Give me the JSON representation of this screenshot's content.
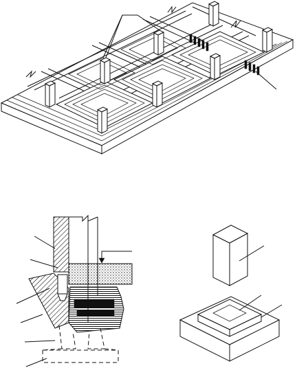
{
  "figure": {
    "panels": [
      {
        "id": "raft-foundation-grid"
      },
      {
        "id": "footing-section"
      },
      {
        "id": "pad-footing-isometric"
      }
    ]
  }
}
